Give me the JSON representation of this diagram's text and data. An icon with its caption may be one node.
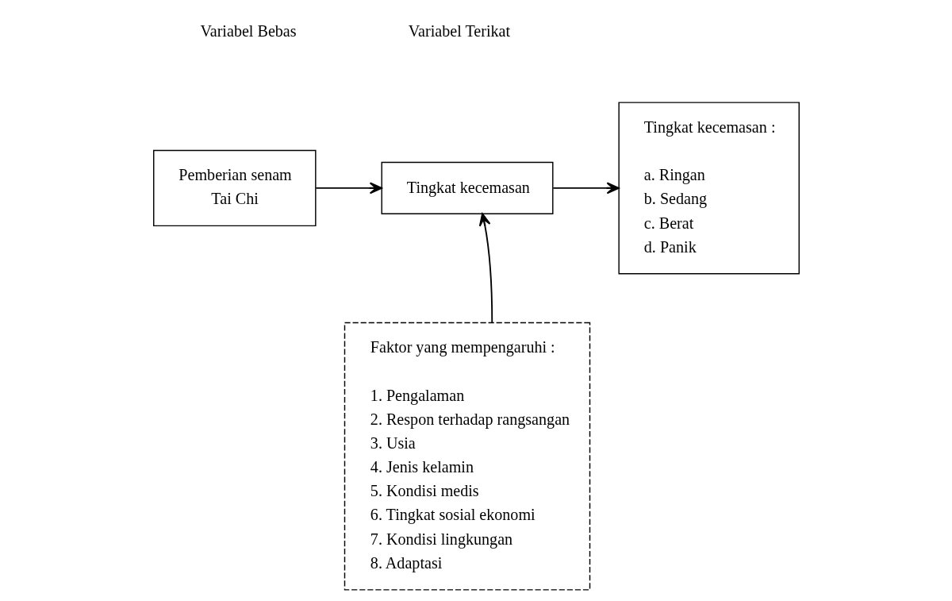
{
  "diagram": {
    "nodes": [
      {
        "text": [
          "Pemberian senam Tai Chi"
        ]
      },
      {
        "text": [
          "Tingkat kecemasan"
        ]
      },
      {
        "text": [
          "Tingkat kecemasan :",
          "a. Ringan",
          "b. Sedang",
          "c. Berat",
          "d. Panik"
        ]
      },
      {
        "text": [
          "Faktor yang mempengaruhi :",
          "1. Pengalaman",
          "2. Respon terhadap rangsangan",
          "3. Usia",
          "4. Jenis kelamin",
          "5. Kondisi medis",
          "6. Tingkat sosial ekonomi",
          "7. Kondisi lingkungan",
          "8. Adaptasi"
        ]
      }
    ],
    "edges": [
      {
        "from": 0,
        "to": 1,
        "arrow": "to"
      },
      {
        "from": 1,
        "to": 2,
        "arrow": "to"
      },
      {
        "from": 3,
        "to": 1,
        "arrow": "to"
      }
    ],
    "labels": [
      "Variabel Bebas",
      "Variabel Terikat"
    ]
  }
}
